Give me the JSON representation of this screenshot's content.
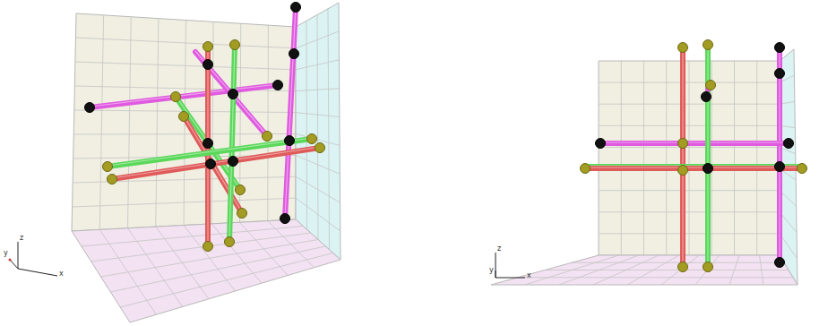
{
  "diagram": {
    "labels": [
      "z",
      "y",
      "x",
      "z",
      "y",
      "x"
    ]
  }
}
